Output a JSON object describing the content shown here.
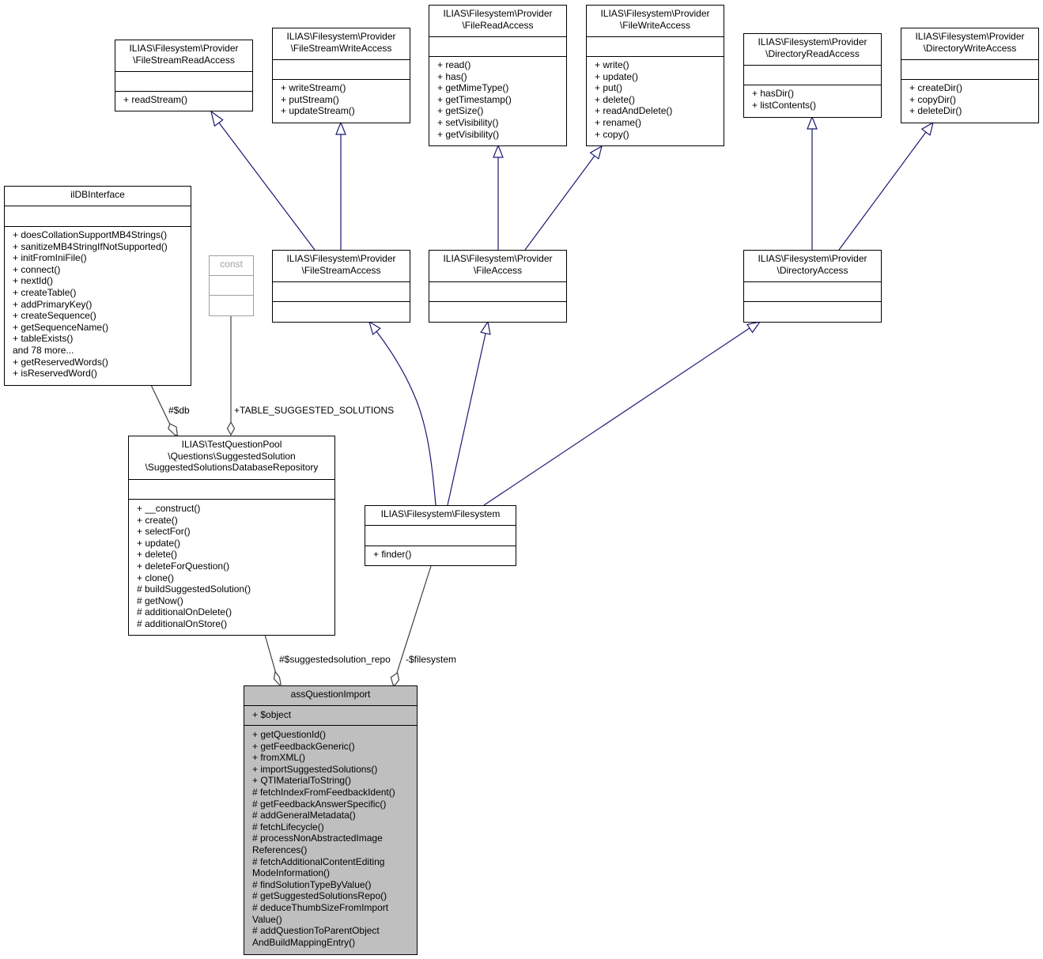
{
  "classes": {
    "FileStreamReadAccess": {
      "name": [
        "ILIAS\\Filesystem\\Provider",
        "\\FileStreamReadAccess"
      ],
      "attributes": [],
      "methods": [
        "+ readStream()"
      ]
    },
    "FileStreamWriteAccess": {
      "name": [
        "ILIAS\\Filesystem\\Provider",
        "\\FileStreamWriteAccess"
      ],
      "attributes": [],
      "methods": [
        "+ writeStream()",
        "+ putStream()",
        "+ updateStream()"
      ]
    },
    "FileReadAccess": {
      "name": [
        "ILIAS\\Filesystem\\Provider",
        "\\FileReadAccess"
      ],
      "attributes": [],
      "methods": [
        "+ read()",
        "+ has()",
        "+ getMimeType()",
        "+ getTimestamp()",
        "+ getSize()",
        "+ setVisibility()",
        "+ getVisibility()"
      ]
    },
    "FileWriteAccess": {
      "name": [
        "ILIAS\\Filesystem\\Provider",
        "\\FileWriteAccess"
      ],
      "attributes": [],
      "methods": [
        "+ write()",
        "+ update()",
        "+ put()",
        "+ delete()",
        "+ readAndDelete()",
        "+ rename()",
        "+ copy()"
      ]
    },
    "DirectoryReadAccess": {
      "name": [
        "ILIAS\\Filesystem\\Provider",
        "\\DirectoryReadAccess"
      ],
      "attributes": [],
      "methods": [
        "+ hasDir()",
        "+ listContents()"
      ]
    },
    "DirectoryWriteAccess": {
      "name": [
        "ILIAS\\Filesystem\\Provider",
        "\\DirectoryWriteAccess"
      ],
      "attributes": [],
      "methods": [
        "+ createDir()",
        "+ copyDir()",
        "+ deleteDir()"
      ]
    },
    "ilDBInterface": {
      "name": [
        "ilDBInterface"
      ],
      "attributes": [],
      "methods": [
        "+ doesCollationSupportMB4Strings()",
        "+ sanitizeMB4StringIfNotSupported()",
        "+ initFromIniFile()",
        "+ connect()",
        "+ nextId()",
        "+ createTable()",
        "+ addPrimaryKey()",
        "+ createSequence()",
        "+ getSequenceName()",
        "+ tableExists()",
        "and 78 more...",
        "+ getReservedWords()",
        "+ isReservedWord()"
      ]
    },
    "const": {
      "name": [
        "const"
      ],
      "attributes": [],
      "methods": []
    },
    "FileStreamAccess": {
      "name": [
        "ILIAS\\Filesystem\\Provider",
        "\\FileStreamAccess"
      ],
      "attributes": [],
      "methods": []
    },
    "FileAccess": {
      "name": [
        "ILIAS\\Filesystem\\Provider",
        "\\FileAccess"
      ],
      "attributes": [],
      "methods": []
    },
    "DirectoryAccess": {
      "name": [
        "ILIAS\\Filesystem\\Provider",
        "\\DirectoryAccess"
      ],
      "attributes": [],
      "methods": []
    },
    "SuggestedSolutionsDatabaseRepository": {
      "name": [
        "ILIAS\\TestQuestionPool",
        "\\Questions\\SuggestedSolution",
        "\\SuggestedSolutionsDatabaseRepository"
      ],
      "attributes": [],
      "methods": [
        "+ __construct()",
        "+ create()",
        "+ selectFor()",
        "+ update()",
        "+ delete()",
        "+ deleteForQuestion()",
        "+ clone()",
        "# buildSuggestedSolution()",
        "# getNow()",
        "# additionalOnDelete()",
        "# additionalOnStore()"
      ]
    },
    "Filesystem": {
      "name": [
        "ILIAS\\Filesystem\\Filesystem"
      ],
      "attributes": [],
      "methods": [
        "+ finder()"
      ]
    },
    "assQuestionImport": {
      "name": [
        "assQuestionImport"
      ],
      "attributes": [
        "+ $object"
      ],
      "methods": [
        "+ getQuestionId()",
        "+ getFeedbackGeneric()",
        "+ fromXML()",
        "+ importSuggestedSolutions()",
        "+ QTIMaterialToString()",
        "# fetchIndexFromFeedbackIdent()",
        "# getFeedbackAnswerSpecific()",
        "# addGeneralMetadata()",
        "# fetchLifecycle()",
        "# processNonAbstractedImage",
        "References()",
        "# fetchAdditionalContentEditing",
        "ModeInformation()",
        "# findSolutionTypeByValue()",
        "# getSuggestedSolutionsRepo()",
        "# deduceThumbSizeFromImport",
        "Value()",
        "# addQuestionToParentObject",
        "AndBuildMappingEntry()"
      ]
    }
  },
  "relations": {
    "db": "#$db",
    "table_suggested_solutions": "+TABLE_SUGGESTED_SOLUTIONS",
    "suggestedsolution_repo": "#$suggestedsolution_repo",
    "filesystem": "-$filesystem"
  },
  "colors": {
    "inheritance": "#191970",
    "composition": "#404040",
    "focus_fill": "#bfbfbf",
    "placeholder_border": "#a0a0a0"
  }
}
